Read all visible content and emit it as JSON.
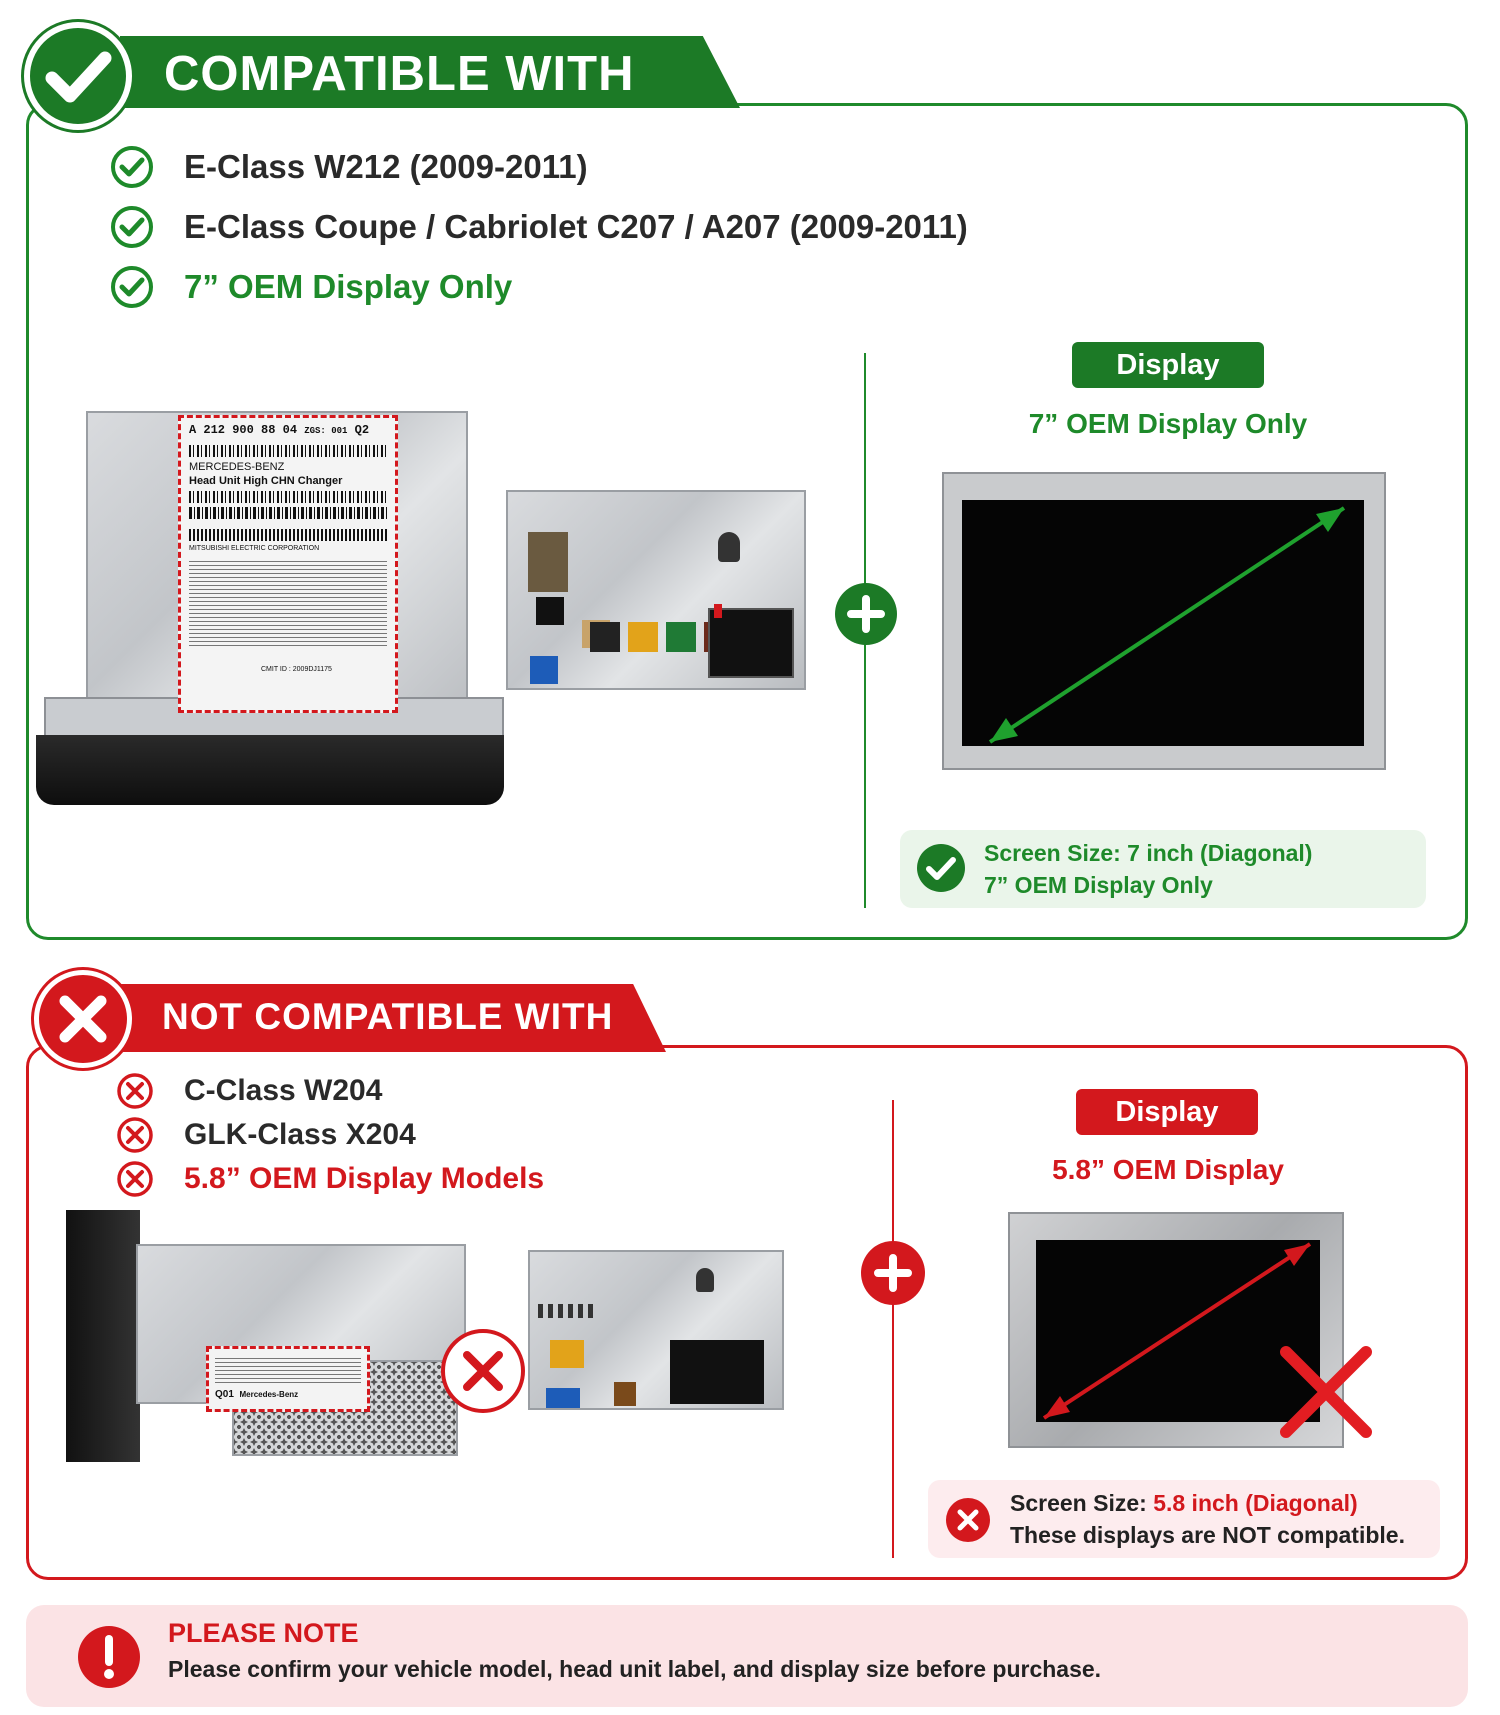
{
  "compatible": {
    "heading": "COMPATIBLE WITH",
    "items": [
      "E-Class W212 (2009-2011)",
      "E-Class Coupe / Cabriolet C207 / A207 (2009-2011)",
      "7” OEM Display Only"
    ],
    "display_pill": "Display",
    "display_subtitle": "7” OEM Display Only",
    "screen_size_line1": "Screen Size: 7 inch (Diagonal)",
    "screen_size_line2": "7” OEM Display Only",
    "label_text": {
      "part": "A 212 900 88 04",
      "zgs": "ZGS: 001",
      "rev": "Q2",
      "brand": "MERCEDES-BENZ",
      "product": "Head Unit High CHN Changer",
      "maker": "MITSUBISHI ELECTRIC CORPORATION",
      "cmit": "CMIT ID : 2009DJ1175"
    }
  },
  "not_compatible": {
    "heading": "NOT COMPATIBLE WITH",
    "items": [
      "C-Class W204",
      "GLK-Class X204",
      "5.8” OEM Display Models"
    ],
    "display_pill": "Display",
    "display_subtitle": "5.8” OEM Display",
    "screen_size_label": "Screen Size:",
    "screen_size_value": "5.8 inch (Diagonal)",
    "screen_size_line2": "These displays are NOT compatible.",
    "label_text": {
      "rev": "Q01",
      "brand": "Mercedes-Benz"
    }
  },
  "note": {
    "title": "PLEASE NOTE",
    "text": "Please confirm your vehicle model, head unit label, and display size before purchase."
  },
  "colors": {
    "green": "#1c7a26",
    "green_text": "#1e8a2a",
    "red": "#d3181d",
    "text": "#2a2a2a",
    "green_tint": "#eaf5ea",
    "red_tint": "#fdecee"
  },
  "icons": [
    "checkmark-icon",
    "check-circle-icon",
    "x-circle-icon",
    "plus-circle-icon",
    "exclamation-icon",
    "diagonal-arrow-icon",
    "big-x-icon"
  ]
}
